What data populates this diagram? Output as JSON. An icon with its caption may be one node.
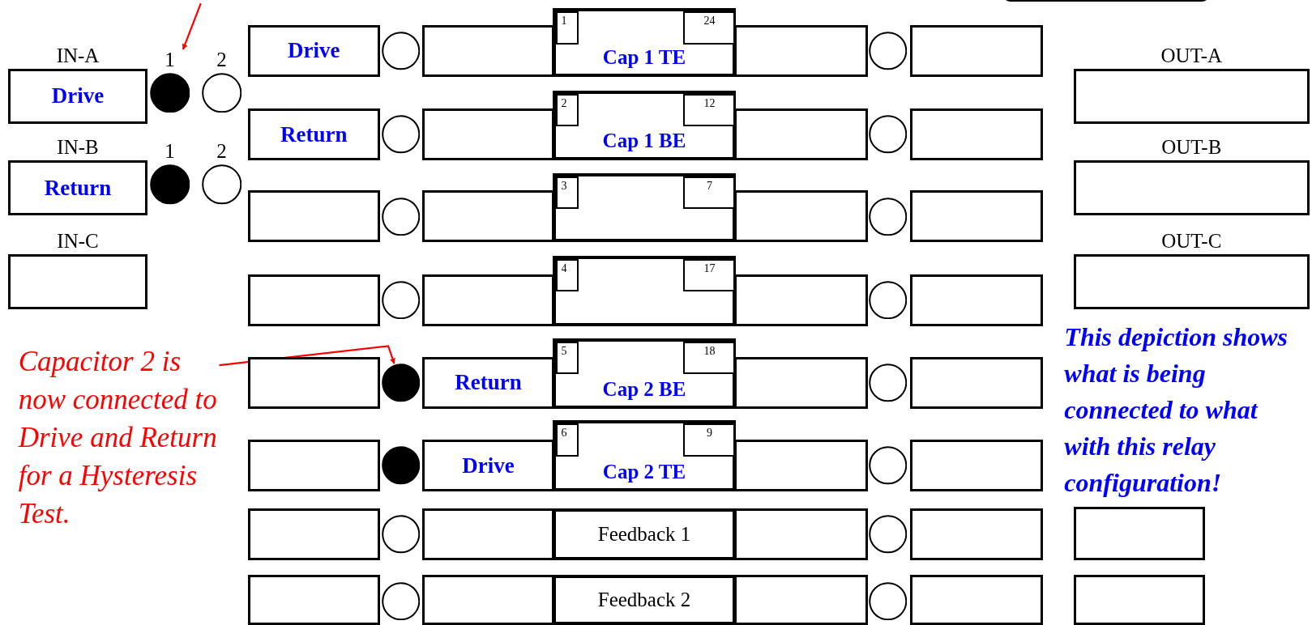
{
  "diagram": {
    "nodes": [
      {
        "text": [
          "IN-A",
          "Drive"
        ]
      },
      {
        "text": [],
        "shape": "dot",
        "beside": [
          "1"
        ]
      },
      {
        "text": [],
        "shape": "circle",
        "beside": [
          "2"
        ]
      },
      {
        "text": [
          "IN-B",
          "Return"
        ]
      },
      {
        "text": [],
        "shape": "dot",
        "beside": [
          "1"
        ]
      },
      {
        "text": [],
        "shape": "circle",
        "beside": [
          "2"
        ]
      },
      {
        "text": [
          "IN-C"
        ]
      },
      {
        "text": [
          "Drive"
        ]
      },
      {
        "text": [],
        "shape": "circle"
      },
      {
        "text": [],
        "shape": "box"
      },
      {
        "text": [
          "Cap 1 TE"
        ]
      },
      {
        "text": [
          "1"
        ],
        "in": 10
      },
      {
        "text": [
          "24"
        ],
        "in": 10
      },
      {
        "text": [],
        "shape": "box"
      },
      {
        "text": [],
        "shape": "circle"
      },
      {
        "text": [],
        "shape": "box"
      },
      {
        "text": [
          "Return"
        ]
      },
      {
        "text": [],
        "shape": "circle"
      },
      {
        "text": [],
        "shape": "box"
      },
      {
        "text": [
          "Cap 1 BE"
        ]
      },
      {
        "text": [
          "2"
        ],
        "in": 19
      },
      {
        "text": [
          "12"
        ],
        "in": 19
      },
      {
        "text": [],
        "shape": "box"
      },
      {
        "text": [],
        "shape": "circle"
      },
      {
        "text": [],
        "shape": "box"
      },
      {
        "text": [],
        "shape": "box"
      },
      {
        "text": [],
        "shape": "circle"
      },
      {
        "text": [],
        "shape": "box"
      },
      {
        "text": [],
        "shape": "box"
      },
      {
        "text": [
          "3"
        ],
        "in": 28
      },
      {
        "text": [
          "7"
        ],
        "in": 28
      },
      {
        "text": [],
        "shape": "box"
      },
      {
        "text": [],
        "shape": "circle"
      },
      {
        "text": [],
        "shape": "box"
      },
      {
        "text": [],
        "shape": "box"
      },
      {
        "text": [],
        "shape": "circle"
      },
      {
        "text": [],
        "shape": "box"
      },
      {
        "text": [],
        "shape": "box"
      },
      {
        "text": [
          "4"
        ],
        "in": 37
      },
      {
        "text": [
          "17"
        ],
        "in": 37
      },
      {
        "text": [],
        "shape": "box"
      },
      {
        "text": [],
        "shape": "circle"
      },
      {
        "text": [],
        "shape": "box"
      },
      {
        "text": [],
        "shape": "box"
      },
      {
        "text": [],
        "shape": "dot"
      },
      {
        "text": [
          "Return"
        ]
      },
      {
        "text": [
          "Cap 2 BE"
        ]
      },
      {
        "text": [
          "5"
        ],
        "in": 46
      },
      {
        "text": [
          "18"
        ],
        "in": 46
      },
      {
        "text": [],
        "shape": "box"
      },
      {
        "text": [],
        "shape": "circle"
      },
      {
        "text": [],
        "shape": "box"
      },
      {
        "text": [],
        "shape": "box"
      },
      {
        "text": [],
        "shape": "dot"
      },
      {
        "text": [
          "Drive"
        ]
      },
      {
        "text": [
          "Cap 2 TE"
        ]
      },
      {
        "text": [
          "6"
        ],
        "in": 55
      },
      {
        "text": [
          "9"
        ],
        "in": 55
      },
      {
        "text": [],
        "shape": "box"
      },
      {
        "text": [],
        "shape": "circle"
      },
      {
        "text": [],
        "shape": "box"
      },
      {
        "text": [],
        "shape": "box"
      },
      {
        "text": [],
        "shape": "circle"
      },
      {
        "text": [],
        "shape": "box"
      },
      {
        "text": [
          "Feedback 1"
        ]
      },
      {
        "text": [],
        "shape": "box"
      },
      {
        "text": [],
        "shape": "circle"
      },
      {
        "text": [],
        "shape": "box"
      },
      {
        "text": [],
        "shape": "box"
      },
      {
        "text": [],
        "shape": "circle"
      },
      {
        "text": [],
        "shape": "box"
      },
      {
        "text": [
          "Feedback 2"
        ]
      },
      {
        "text": [],
        "shape": "box"
      },
      {
        "text": [],
        "shape": "circle"
      },
      {
        "text": [],
        "shape": "box"
      },
      {
        "text": [
          "OUT-A"
        ]
      },
      {
        "text": [
          "OUT-B"
        ]
      },
      {
        "text": [
          "OUT-C"
        ]
      },
      {
        "text": [],
        "shape": "box"
      },
      {
        "text": [],
        "shape": "box"
      },
      {
        "text": [
          "Capacitor 2 is now connected to Drive and Return for a Hysteresis Test."
        ]
      }
    ],
    "edges": [
      {
        "from": null,
        "to": 1,
        "arrow": "to",
        "color": "#ff0000"
      },
      {
        "from": 80,
        "to": 44,
        "arrow": "to",
        "color": "#ff0000"
      }
    ],
    "labels": [
      "This depiction shows what is being connected to what with this relay configuration!"
    ]
  }
}
